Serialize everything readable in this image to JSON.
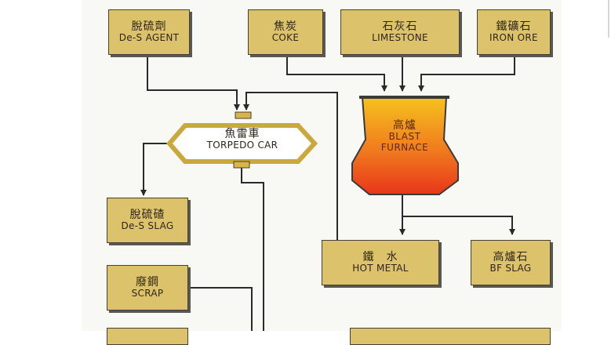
{
  "nodes": {
    "desulf_agent": {
      "zh": "脫硫劑",
      "en": "De-S AGENT"
    },
    "coke": {
      "zh": "焦炭",
      "en": "COKE"
    },
    "limestone": {
      "zh": "石灰石",
      "en": "LIMESTONE"
    },
    "iron_ore": {
      "zh": "鐵礦石",
      "en": "IRON ORE"
    },
    "torpedo_car": {
      "zh": "魚雷車",
      "en": "TORPEDO CAR"
    },
    "blast_furnace": {
      "zh": "高爐",
      "en1": "BLAST",
      "en2": "FURNACE"
    },
    "desulf_slag": {
      "zh": "脫硫碴",
      "en": "De-S SLAG"
    },
    "hot_metal": {
      "zh": "鐵　水",
      "en": "HOT METAL"
    },
    "bf_slag": {
      "zh": "高爐石",
      "en": "BF SLAG"
    },
    "scrap": {
      "zh": "廢鋼",
      "en": "SCRAP"
    }
  },
  "colors": {
    "box_fill": "#dcc26a",
    "torpedo_outline": "#c9a83c",
    "line": "#2a2a2a",
    "furnace_top": "#f6c21e",
    "furnace_bottom": "#e8361a"
  }
}
